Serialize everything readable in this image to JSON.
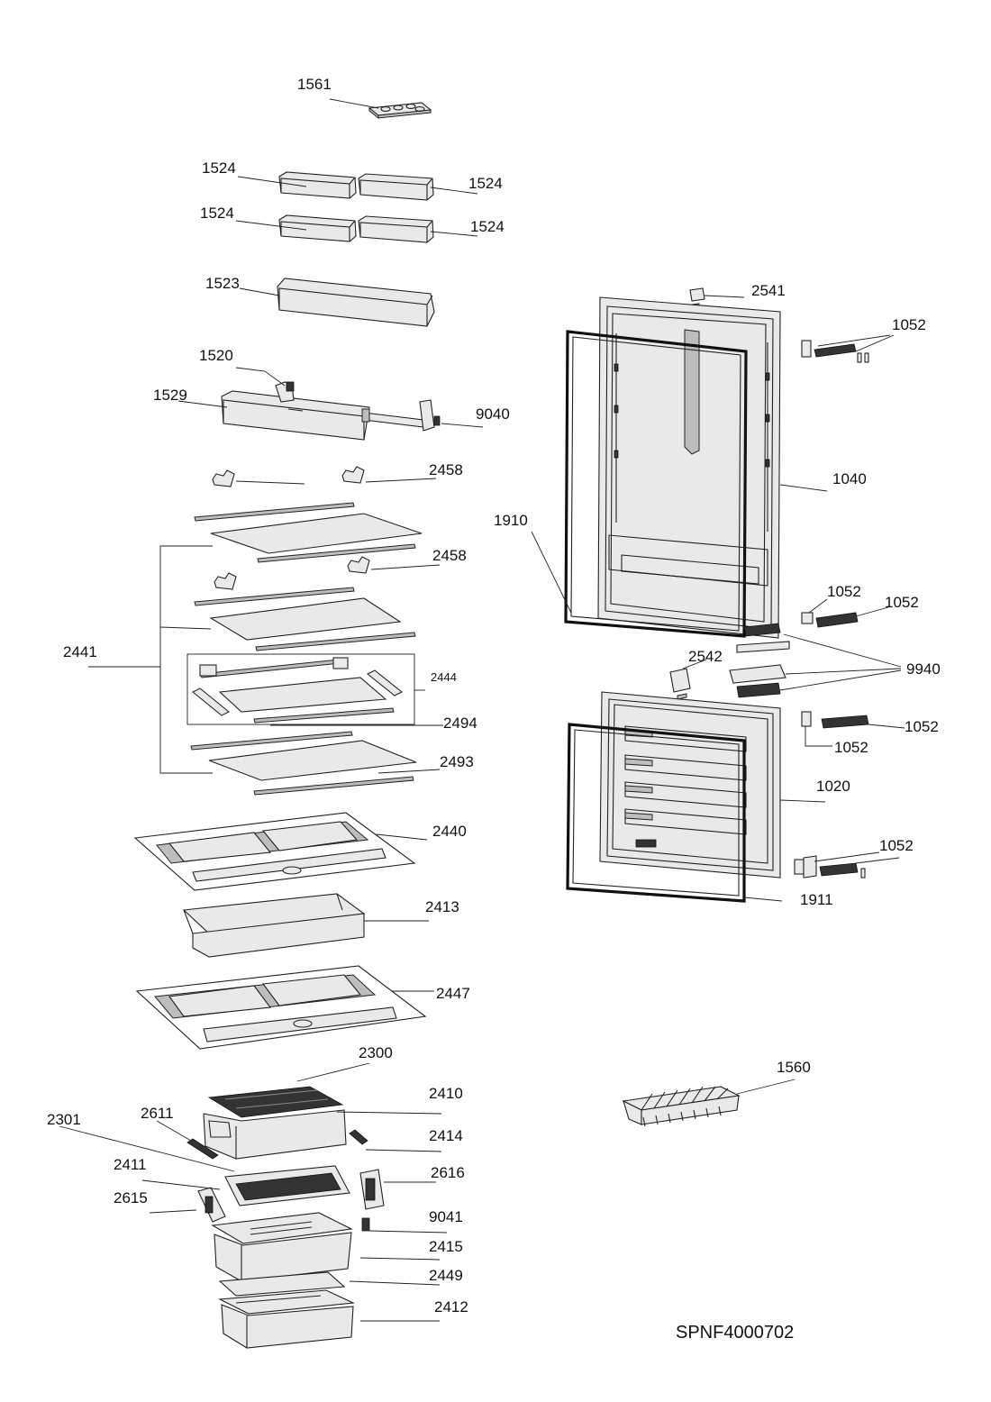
{
  "labels": {
    "l1561": "1561",
    "l1524a": "1524",
    "l1524b": "1524",
    "l1524c": "1524",
    "l1524d": "1524",
    "l1523": "1523",
    "l1520": "1520",
    "l1529": "1529",
    "l9040": "9040",
    "l2458a": "2458",
    "l2458b": "2458",
    "l2441": "2441",
    "l2444": "2444",
    "l2494": "2494",
    "l2493": "2493",
    "l2440": "2440",
    "l2413": "2413",
    "l2447": "2447",
    "l2300": "2300",
    "l2410": "2410",
    "l2301": "2301",
    "l2611": "2611",
    "l2414": "2414",
    "l2411": "2411",
    "l2616": "2616",
    "l2615": "2615",
    "l9041": "9041",
    "l2415": "2415",
    "l2449": "2449",
    "l2412": "2412",
    "l2541": "2541",
    "l1052a": "1052",
    "l1040": "1040",
    "l1910": "1910",
    "l1052b": "1052",
    "l1052c": "1052",
    "l2542": "2542",
    "l9940": "9940",
    "l1052d": "1052",
    "l1052e": "1052",
    "l1020": "1020",
    "l1052f": "1052",
    "l1911": "1911",
    "l1560": "1560"
  },
  "document_code": "SPNF4000702"
}
